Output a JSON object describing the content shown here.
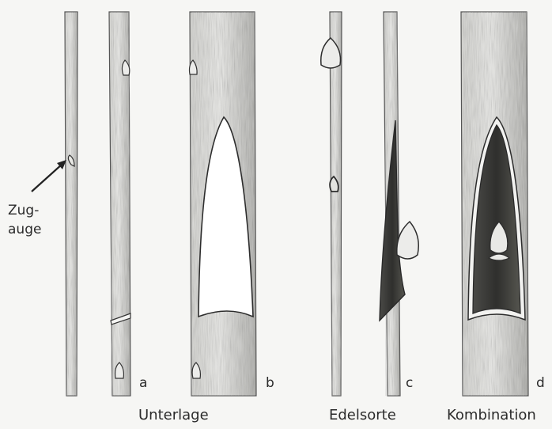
{
  "annotation": {
    "line1": "Zug-",
    "line2": "auge"
  },
  "panels": {
    "a": "a",
    "b": "b",
    "c": "c",
    "d": "d"
  },
  "groups": {
    "rootstock": "Unterlage",
    "scion": "Edelsorte",
    "combination": "Kombination"
  },
  "colors": {
    "paper": "#f6f6f4",
    "ink": "#2a2a2a",
    "bark_shade": "#9a9a96",
    "cut_dark": "#3a3a38"
  }
}
